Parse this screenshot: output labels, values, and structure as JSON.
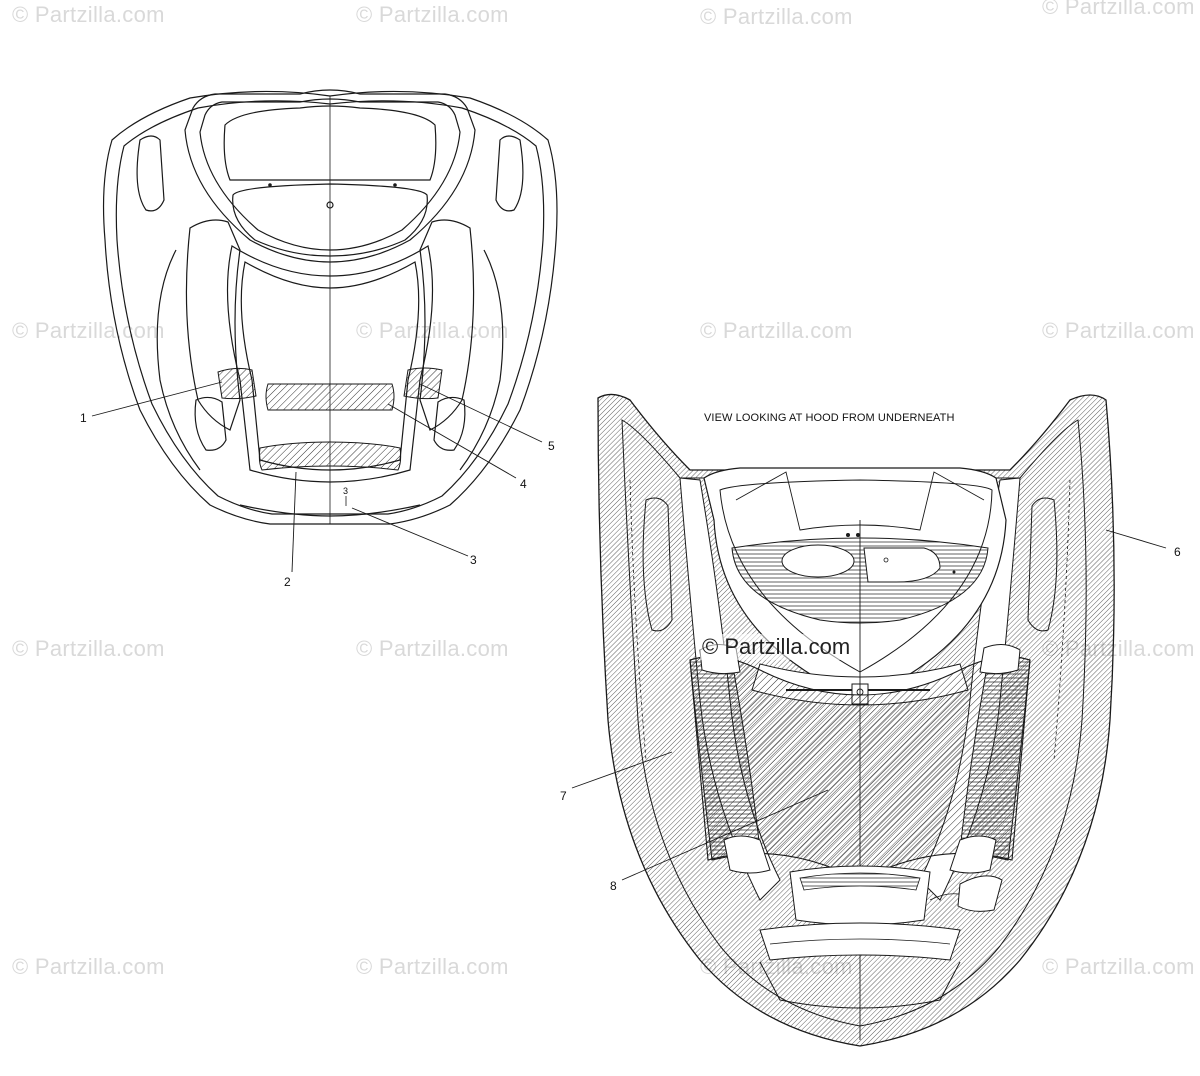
{
  "watermark": {
    "text": "© Partzilla.com"
  },
  "caption": "VIEW LOOKING AT HOOD FROM UNDERNEATH",
  "callouts": [
    {
      "label": "1"
    },
    {
      "label": "2"
    },
    {
      "label": "3"
    },
    {
      "label": "4"
    },
    {
      "label": "5"
    },
    {
      "label": "6"
    },
    {
      "label": "7"
    },
    {
      "label": "8"
    }
  ],
  "small_part_mark": "3",
  "colors": {
    "line": "#1a1a1a",
    "watermark": "#d9d9d9",
    "background": "#ffffff"
  }
}
